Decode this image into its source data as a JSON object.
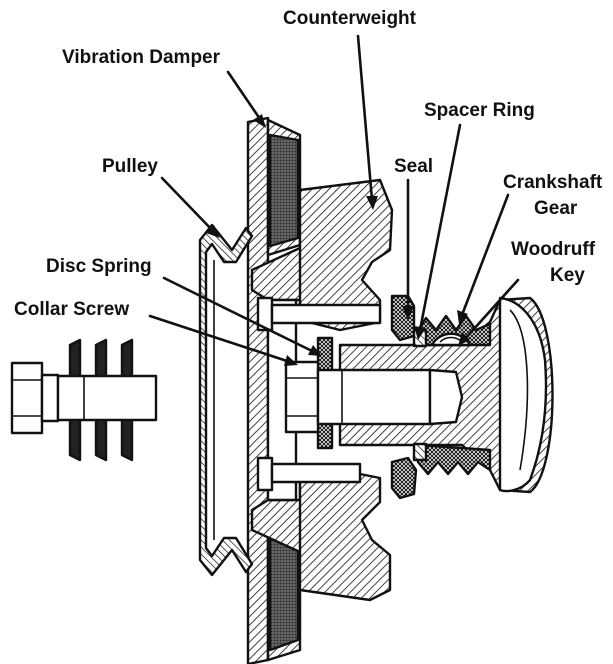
{
  "labels": {
    "counterweight": "Counterweight",
    "vibration_damper": "Vibration Damper",
    "spacer_ring": "Spacer Ring",
    "pulley": "Pulley",
    "seal": "Seal",
    "crankshaft_gear_line1": "Crankshaft",
    "crankshaft_gear_line2": "Gear",
    "woodruff_key_line1": "Woodruff",
    "woodruff_key_line2": "Key",
    "disc_spring": "Disc Spring",
    "collar_screw": "Collar Screw"
  },
  "colors": {
    "ink": "#111111",
    "paper": "#ffffff",
    "hatch": "#111111"
  }
}
